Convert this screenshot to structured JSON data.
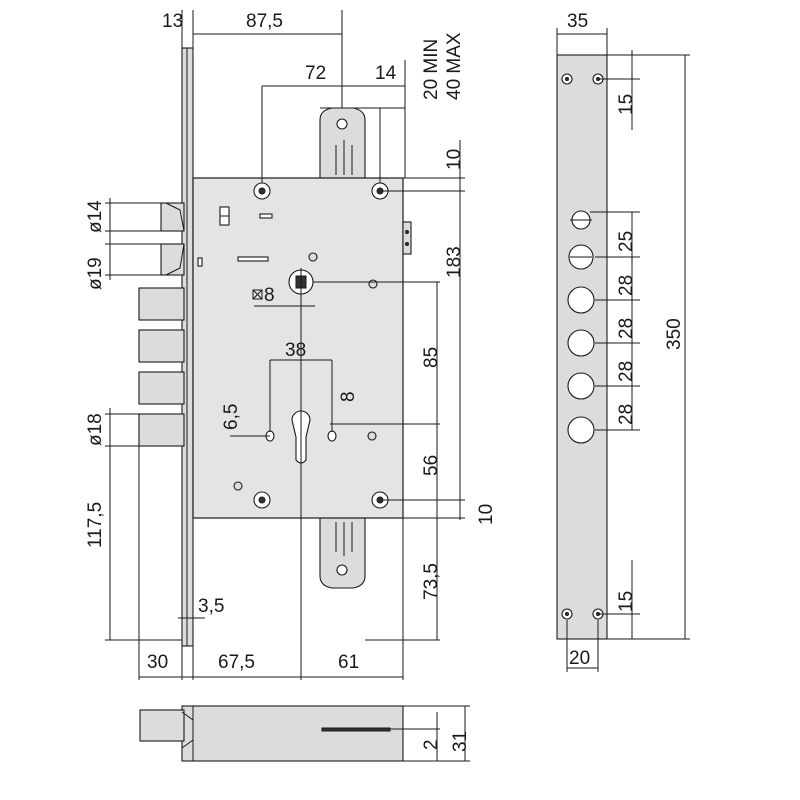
{
  "dims": {
    "top_13": "13",
    "top_87_5": "87,5",
    "top_72": "72",
    "top_14": "14",
    "top_20min": "20 MIN",
    "top_40max": "40 MAX",
    "r_10_top": "10",
    "r_183": "183",
    "r_85": "85",
    "r_56": "56",
    "r_10_bot": "10",
    "r_73_5": "73,5",
    "l_d14": "ø14",
    "l_d19": "ø19",
    "l_d18": "ø18",
    "l_117_5": "117,5",
    "c_sq8": "8",
    "c_38": "38",
    "c_6_5": "6,5",
    "c_8": "8",
    "c_3_5": "3,5",
    "b_30": "30",
    "b_67_5": "67,5",
    "b_61": "61",
    "s_35": "35",
    "s_15_top": "15",
    "s_25": "25",
    "s_28_a": "28",
    "s_28_b": "28",
    "s_28_c": "28",
    "s_28_d": "28",
    "s_350": "350",
    "s_15_bot": "15",
    "s_20": "20",
    "bt_2": "2",
    "bt_31": "31"
  }
}
